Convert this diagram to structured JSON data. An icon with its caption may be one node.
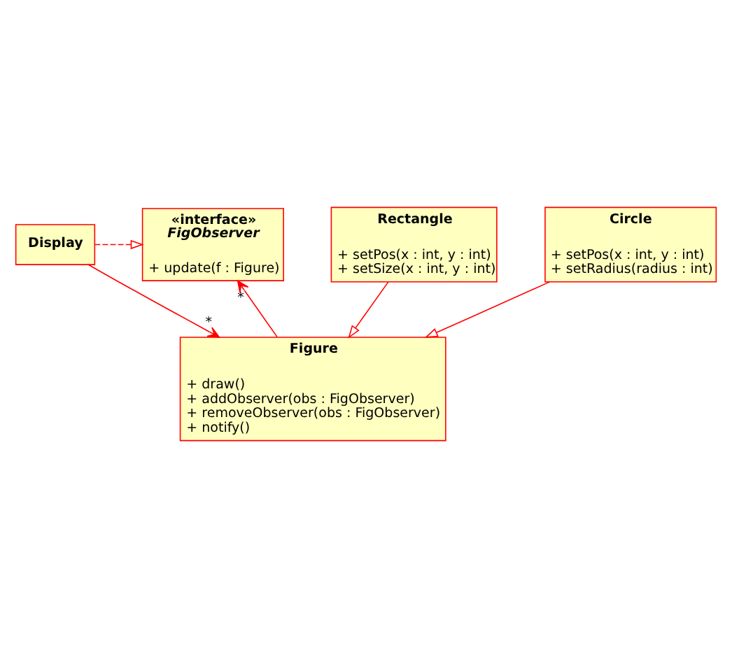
{
  "diagram": {
    "nodes": [
      {
        "text": [
          "Display"
        ]
      },
      {
        "text": [
          "«interface»",
          "FigObserver",
          "+ update(f : Figure)"
        ]
      },
      {
        "text": [
          "Figure",
          "+ draw()",
          "+ addObserver(obs : FigObserver)",
          "+ removeObserver(obs : FigObserver)",
          "+ notify()"
        ]
      },
      {
        "text": [
          "Rectangle",
          "+ setPos(x : int, y : int)",
          "+ setSize(x : int, y : int)"
        ]
      },
      {
        "text": [
          "Circle",
          "+ setPos(x : int, y : int)",
          "+ setRadius(radius : int)"
        ]
      }
    ],
    "edges": [
      {
        "from": 0,
        "to": 1,
        "arrow": "to",
        "style": "dashed"
      },
      {
        "from": 0,
        "to": 2,
        "arrow": "to",
        "label": "*"
      },
      {
        "from": 2,
        "to": 1,
        "arrow": "to",
        "label": "*"
      },
      {
        "from": 3,
        "to": 2,
        "arrow": "to"
      },
      {
        "from": 4,
        "to": 2,
        "arrow": "to"
      }
    ]
  }
}
